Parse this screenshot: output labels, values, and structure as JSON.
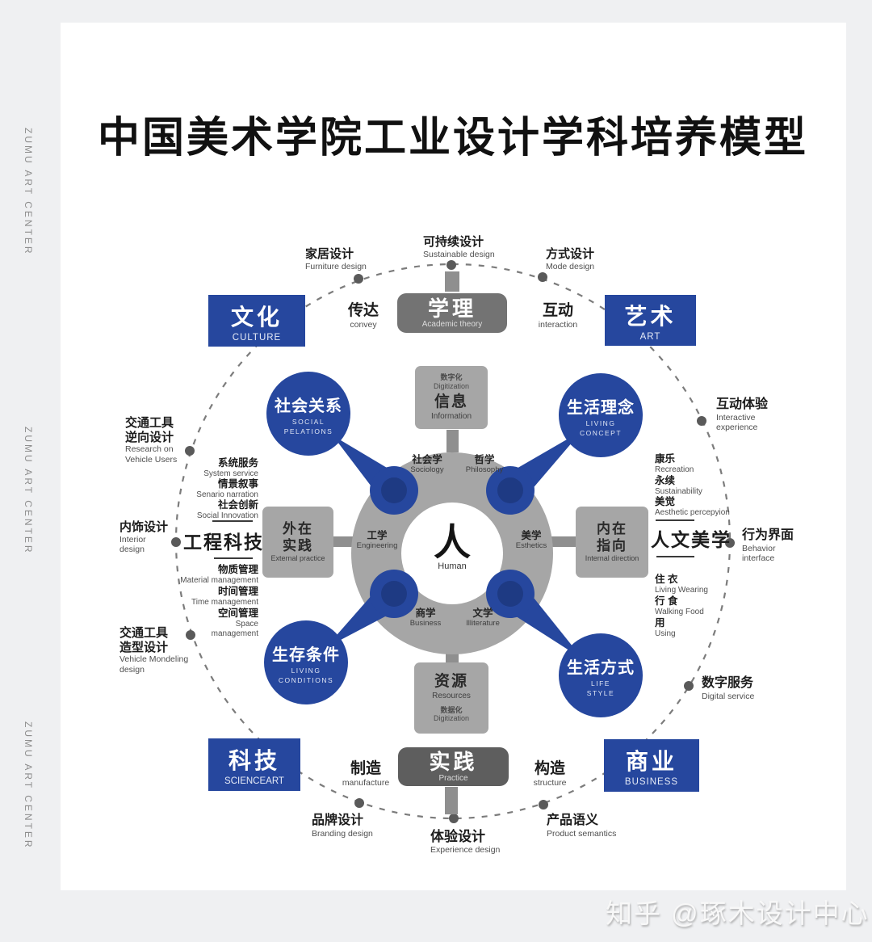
{
  "title": "中国美术学院工业设计学科培养模型",
  "watermark": "知乎 @琢木设计中心",
  "sidebar": {
    "text": "ZUMU ART CENTER"
  },
  "colors": {
    "blue": "#26479e",
    "dark_gray": "#707070",
    "mid_gray": "#a6a6a6"
  },
  "corners": {
    "culture": {
      "zh": "文化",
      "en": "CULTURE"
    },
    "art": {
      "zh": "艺术",
      "en": "ART"
    },
    "science": {
      "zh": "科技",
      "en": "SCIENCEART"
    },
    "business": {
      "zh": "商业",
      "en": "BUSINESS"
    }
  },
  "bubbles": {
    "social_relations": {
      "zh": "社会关系",
      "en1": "SOCIAL",
      "en2": "PELATIONS"
    },
    "living_concept": {
      "zh": "生活理念",
      "en1": "LIVING",
      "en2": "CONCEPT"
    },
    "living_conditions": {
      "zh": "生存条件",
      "en1": "LIVING",
      "en2": "CONDITIONS"
    },
    "life_style": {
      "zh": "生活方式",
      "en1": "LIFE",
      "en2": "STYLE"
    }
  },
  "nodes": {
    "academic": {
      "zh": "学理",
      "en": "Academic theory"
    },
    "practice": {
      "zh": "实践",
      "en": "Practice"
    },
    "information": {
      "top_zh": "数字化",
      "top_en": "Digitization",
      "zh": "信息",
      "en": "Information"
    },
    "resources": {
      "zh": "资源",
      "en": "Resources",
      "bottom_zh": "数据化",
      "bottom_en": "Digitization"
    },
    "external": {
      "zh1": "外在",
      "zh2": "实践",
      "en": "External practice"
    },
    "internal": {
      "zh1": "内在",
      "zh2": "指向",
      "en": "Internal direction"
    }
  },
  "hub": {
    "zh": "人",
    "en": "Human",
    "sociology": {
      "zh": "社会学",
      "en": "Sociology"
    },
    "philosophy": {
      "zh": "哲学",
      "en": "Philosophy"
    },
    "engineering": {
      "zh": "工学",
      "en": "Engineering"
    },
    "esthetics": {
      "zh": "美学",
      "en": "Esthetics"
    },
    "business": {
      "zh": "商学",
      "en": "Business"
    },
    "literature": {
      "zh": "文学",
      "en": "Illiterature"
    }
  },
  "axes": {
    "convey": {
      "zh": "传达",
      "en": "convey"
    },
    "interaction": {
      "zh": "互动",
      "en": "interaction"
    },
    "manufacture": {
      "zh": "制造",
      "en": "manufacture"
    },
    "structure": {
      "zh": "构造",
      "en": "structure"
    },
    "engineering_tech": "工程科技",
    "humanistic_esthetics": "人文美学"
  },
  "outer": {
    "furniture": {
      "zh": "家居设计",
      "en": "Furniture design"
    },
    "sustainable": {
      "zh": "可持续设计",
      "en": "Sustainable design"
    },
    "mode": {
      "zh": "方式设计",
      "en": "Mode design"
    },
    "interactive": {
      "zh": "互动体验",
      "en1": "Interactive",
      "en2": "experience"
    },
    "behavior": {
      "zh": "行为界面",
      "en1": "Behavior",
      "en2": "interface"
    },
    "digital": {
      "zh": "数字服务",
      "en": "Digital service"
    },
    "vehicle_research": {
      "zh1": "交通工具",
      "zh2": "逆向设计",
      "en1": "Research on",
      "en2": "Vehicle Users"
    },
    "interior": {
      "zh": "内饰设计",
      "en1": "Interior",
      "en2": "design"
    },
    "vehicle_modeling": {
      "zh1": "交通工具",
      "zh2": "造型设计",
      "en1": "Vehicle Mondeling",
      "en2": "design"
    },
    "branding": {
      "zh": "品牌设计",
      "en": "Branding design"
    },
    "experience": {
      "zh": "体验设计",
      "en": "Experience design"
    },
    "semantics": {
      "zh": "产品语义",
      "en": "Product semantics"
    }
  },
  "left_list": [
    {
      "zh": "系统服务",
      "en": "System service"
    },
    {
      "zh": "情景叙事",
      "en": "Senario narration"
    },
    {
      "zh": "社会创新",
      "en": "Social Innovation"
    },
    {
      "zh": "物质管理",
      "en": "Material management"
    },
    {
      "zh": "时间管理",
      "en": "Time management"
    },
    {
      "zh": "空间管理",
      "en1": "Space",
      "en2": "management"
    }
  ],
  "right_list": [
    {
      "zh": "康乐",
      "en": "Recreation"
    },
    {
      "zh": "永续",
      "en": "Sustainability"
    },
    {
      "zh": "美觉",
      "en": "Aesthetic percepyion"
    },
    {
      "zh": "住 衣",
      "en": "Living Wearing"
    },
    {
      "zh": "行 食",
      "en": "Walking Food"
    },
    {
      "zh": "用",
      "en": "Using"
    }
  ]
}
